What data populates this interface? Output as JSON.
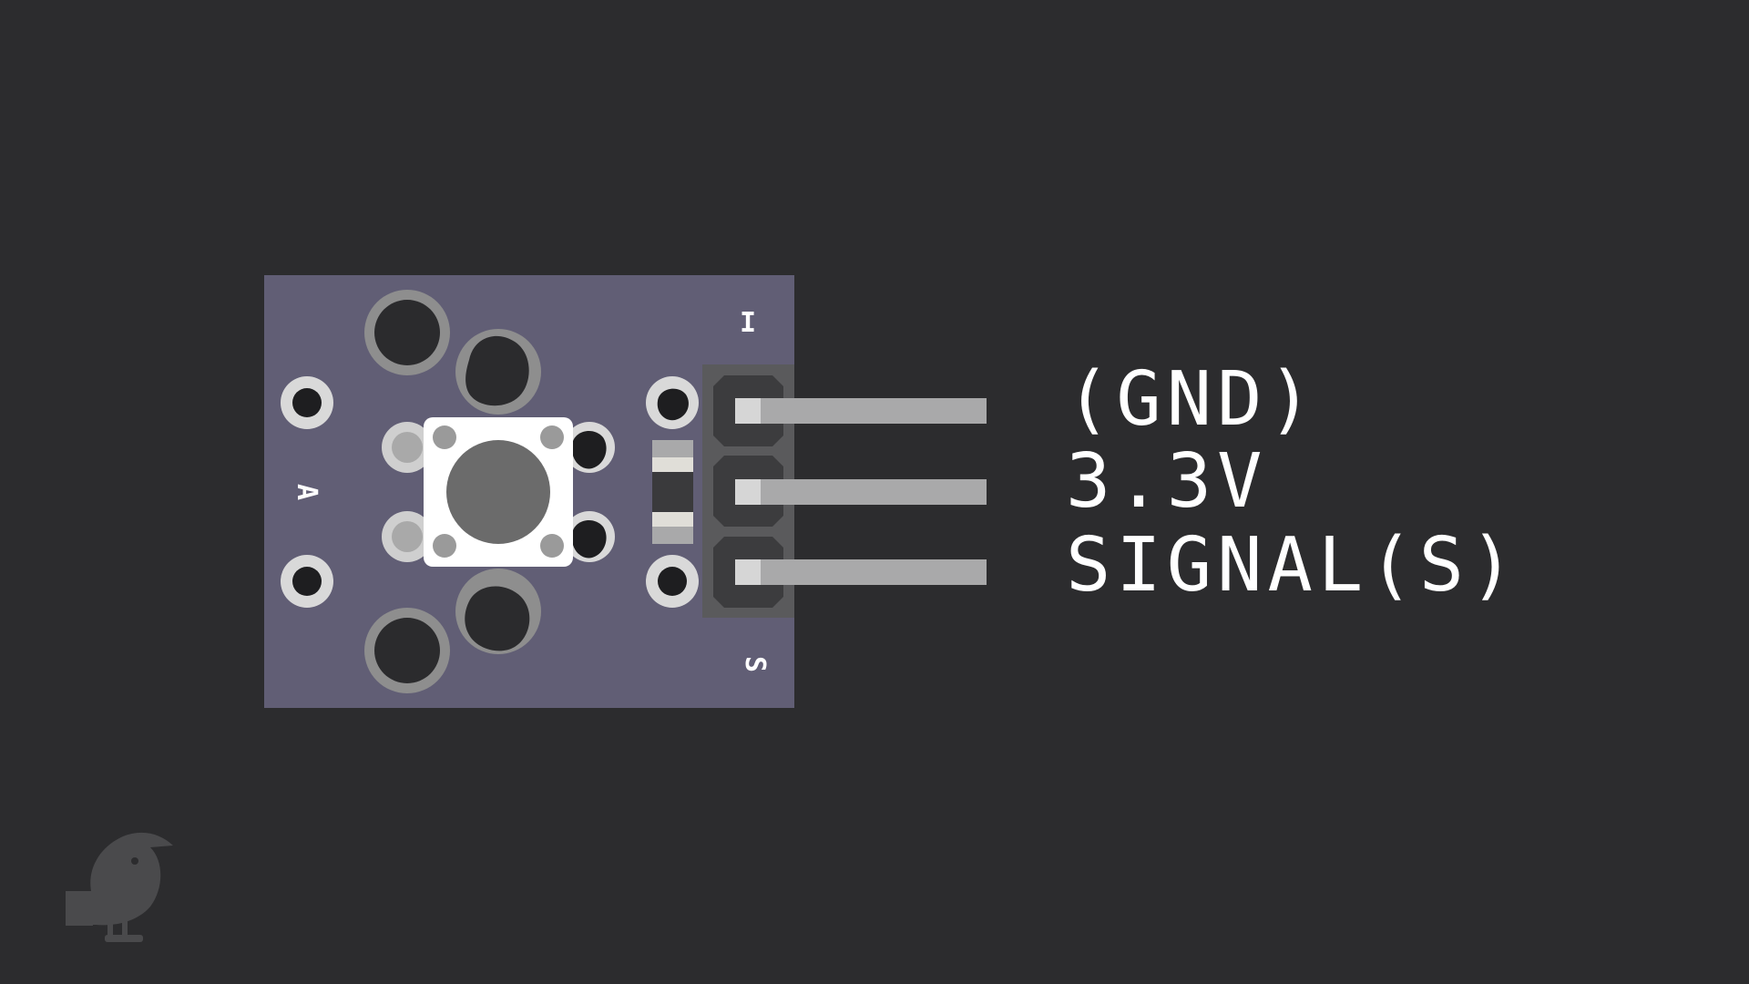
{
  "board": {
    "silkscreen_top": "I",
    "silkscreen_bottom": "S",
    "silkscreen_side": "A"
  },
  "pins": [
    {
      "label": "(GND)"
    },
    {
      "label": "3.3V"
    },
    {
      "label": "SIGNAL(S)"
    }
  ],
  "logo": {
    "icon": "bird-logo-icon"
  },
  "colors": {
    "background": "#2c2c2e",
    "board": "#615e75",
    "header": "#5a5a5c",
    "pin": "#a9a9aa",
    "button_cap": "#ffffff",
    "button_center": "#6b6b6b",
    "pad_ring": "#d9d9d9",
    "label": "#ffffff",
    "logo": "#4a4a4c"
  }
}
